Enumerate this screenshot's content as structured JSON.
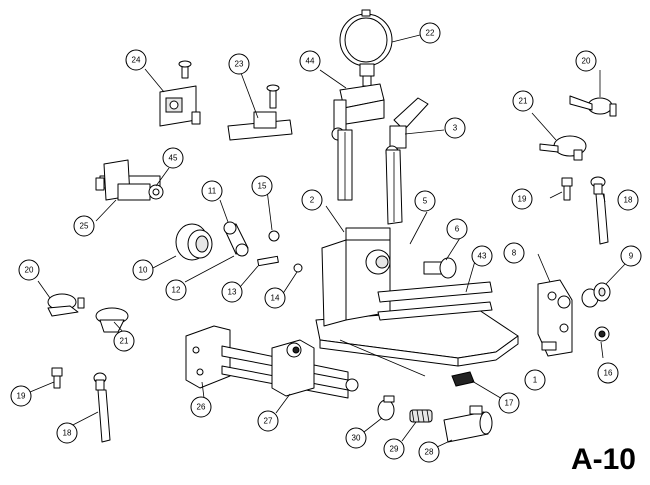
{
  "figure_label": "A-10",
  "callouts": [
    {
      "id": "c1",
      "label": "1"
    },
    {
      "id": "c2",
      "label": "2"
    },
    {
      "id": "c3",
      "label": "3"
    },
    {
      "id": "c5",
      "label": "5"
    },
    {
      "id": "c6",
      "label": "6"
    },
    {
      "id": "c8",
      "label": "8"
    },
    {
      "id": "c9",
      "label": "9"
    },
    {
      "id": "c10",
      "label": "10"
    },
    {
      "id": "c11",
      "label": "11"
    },
    {
      "id": "c12",
      "label": "12"
    },
    {
      "id": "c13",
      "label": "13"
    },
    {
      "id": "c14",
      "label": "14"
    },
    {
      "id": "c15",
      "label": "15"
    },
    {
      "id": "c16",
      "label": "16"
    },
    {
      "id": "c17",
      "label": "17"
    },
    {
      "id": "c18a",
      "label": "18"
    },
    {
      "id": "c18b",
      "label": "18"
    },
    {
      "id": "c19a",
      "label": "19"
    },
    {
      "id": "c19b",
      "label": "19"
    },
    {
      "id": "c20a",
      "label": "20"
    },
    {
      "id": "c20b",
      "label": "20"
    },
    {
      "id": "c21a",
      "label": "21"
    },
    {
      "id": "c21b",
      "label": "21"
    },
    {
      "id": "c22",
      "label": "22"
    },
    {
      "id": "c23",
      "label": "23"
    },
    {
      "id": "c24",
      "label": "24"
    },
    {
      "id": "c25",
      "label": "25"
    },
    {
      "id": "c26",
      "label": "26"
    },
    {
      "id": "c27",
      "label": "27"
    },
    {
      "id": "c28",
      "label": "28"
    },
    {
      "id": "c29",
      "label": "29"
    },
    {
      "id": "c30",
      "label": "30"
    },
    {
      "id": "c43",
      "label": "43"
    },
    {
      "id": "c44",
      "label": "44"
    },
    {
      "id": "c45",
      "label": "45"
    }
  ]
}
